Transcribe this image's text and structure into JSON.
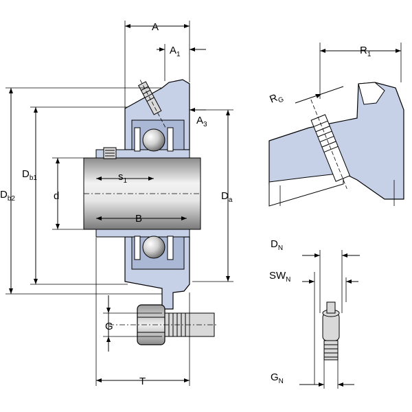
{
  "labels": {
    "A": "A",
    "A1": {
      "main": "A",
      "sub": "1"
    },
    "A3": {
      "main": "A",
      "sub": "3"
    },
    "Db1": {
      "main": "D",
      "sub": "b1"
    },
    "Db2": {
      "main": "D",
      "sub": "b2"
    },
    "d": "d",
    "Da": {
      "main": "D",
      "sub": "a"
    },
    "s1": {
      "main": "s",
      "sub": "1"
    },
    "B": "B",
    "G": "G",
    "T": "T",
    "R1": {
      "main": "R",
      "sub": "1"
    },
    "RG": {
      "main": "R",
      "sub": "G"
    },
    "DN": {
      "main": "D",
      "sub": "N"
    },
    "SWN": {
      "main": "SW",
      "sub": "N"
    },
    "GN": {
      "main": "G",
      "sub": "N"
    }
  },
  "colors": {
    "housing": "#c6d0e6",
    "housing_dark": "#aab8d6",
    "metal": "#d9d9d9",
    "line": "#000000"
  }
}
